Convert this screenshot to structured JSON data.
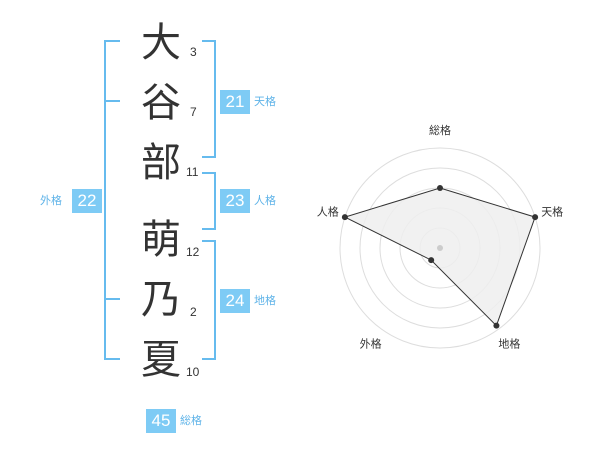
{
  "name": {
    "characters": [
      {
        "char": "大",
        "strokes": "3"
      },
      {
        "char": "谷",
        "strokes": "7"
      },
      {
        "char": "部",
        "strokes": "11"
      },
      {
        "char": "萌",
        "strokes": "12"
      },
      {
        "char": "乃",
        "strokes": "2"
      },
      {
        "char": "夏",
        "strokes": "10"
      }
    ]
  },
  "fortunes": {
    "tenkaku": {
      "value": "21",
      "label": "天格"
    },
    "jinkaku": {
      "value": "23",
      "label": "人格"
    },
    "chikaku": {
      "value": "24",
      "label": "地格"
    },
    "gaikaku": {
      "value": "22",
      "label": "外格"
    },
    "soukaku": {
      "value": "45",
      "label": "総格"
    }
  },
  "radar": {
    "axes": [
      "総格",
      "天格",
      "地格",
      "外格",
      "人格"
    ],
    "values": [
      0.6,
      1.0,
      0.96,
      0.15,
      1.0
    ],
    "max": 1.0,
    "rings": 5,
    "fill_color": "#efefef",
    "line_color": "#333333"
  }
}
